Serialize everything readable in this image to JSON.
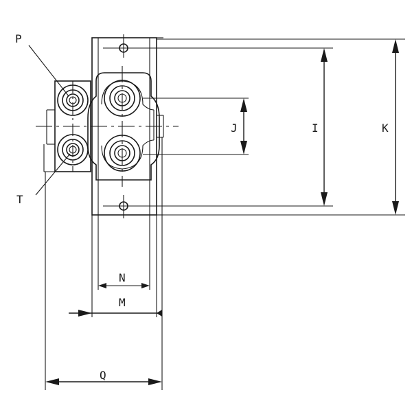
{
  "labels": {
    "P": "P",
    "T": "T",
    "I": "I",
    "J": "J",
    "K": "K",
    "N": "N",
    "M": "M",
    "Q": "Q"
  }
}
